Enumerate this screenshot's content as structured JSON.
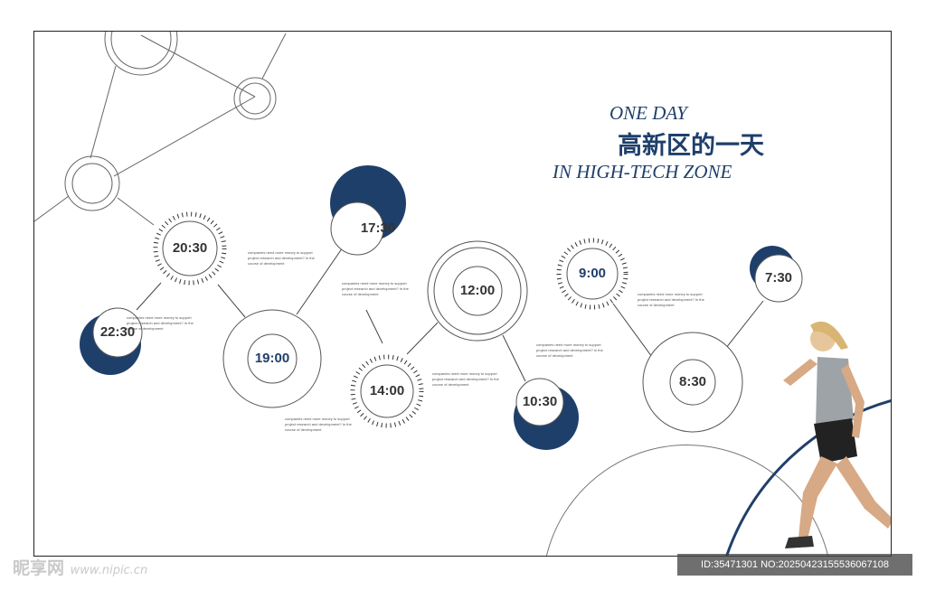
{
  "header": {
    "line1": "ONE DAY",
    "line2": "高新区的一天",
    "line3": "IN HIGH-TECH ZONE"
  },
  "times": [
    "20:30",
    "17:30",
    "22:30",
    "19:00",
    "12:00",
    "14:00",
    "10:30",
    "9:00",
    "7:30",
    "8:30"
  ],
  "note_text": "companies need more money to support project research and development? In the course of development",
  "watermark": {
    "left_logo": "昵享网",
    "left_url": "www.nipic.cn",
    "right": "ID:35471301 NO:20250423155536067108"
  },
  "colors": {
    "accent": "#1f3f6b",
    "line": "#555555"
  }
}
